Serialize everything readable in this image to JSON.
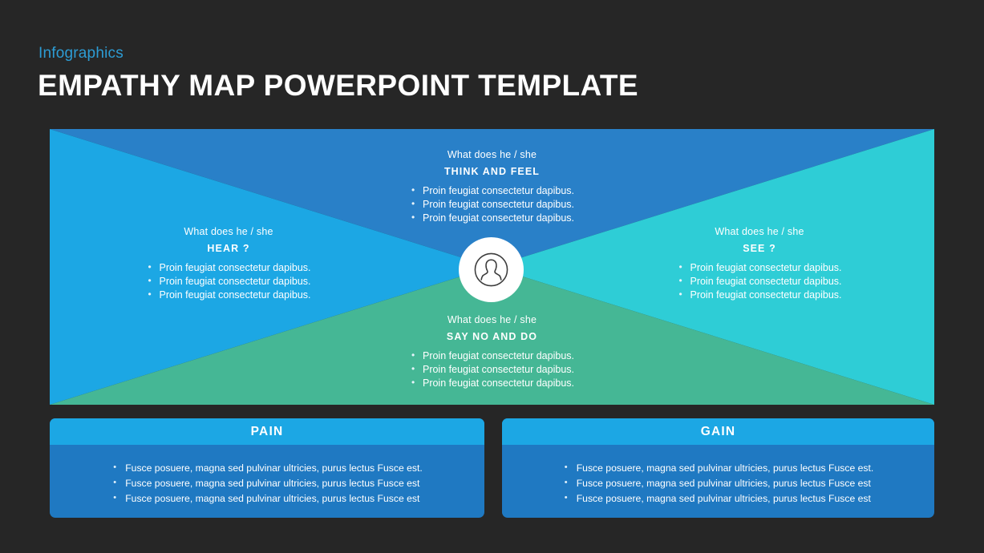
{
  "header": {
    "kicker": "Infographics",
    "title": "EMPATHY MAP POWERPOINT TEMPLATE"
  },
  "colors": {
    "background": "#262626",
    "kicker": "#2d9cd4",
    "top_triangle": "#2980c8",
    "left_triangle": "#1ca7e4",
    "right_triangle": "#2ecdd6",
    "bottom_triangle": "#45b795",
    "box_header": "#1ca7e4",
    "box_body": "#1f79c2",
    "circle": "#ffffff"
  },
  "quadrants": {
    "think": {
      "prompt": "What does he / she",
      "title": "THINK AND FEEL",
      "bullets": [
        "Proin feugiat consectetur dapibus.",
        "Proin feugiat consectetur dapibus.",
        "Proin feugiat consectetur dapibus."
      ]
    },
    "hear": {
      "prompt": "What does he / she",
      "title": "HEAR ?",
      "bullets": [
        "Proin feugiat consectetur dapibus.",
        "Proin feugiat consectetur dapibus.",
        "Proin feugiat consectetur dapibus."
      ]
    },
    "see": {
      "prompt": "What does he / she",
      "title": "SEE ?",
      "bullets": [
        "Proin feugiat consectetur dapibus.",
        "Proin feugiat consectetur dapibus.",
        "Proin feugiat consectetur dapibus."
      ]
    },
    "say": {
      "prompt": "What does he / she",
      "title": "SAY NO AND DO",
      "bullets": [
        "Proin feugiat consectetur dapibus.",
        "Proin feugiat consectetur dapibus.",
        "Proin feugiat consectetur dapibus."
      ]
    }
  },
  "center": {
    "icon": "user-avatar-icon"
  },
  "bottom": {
    "pain": {
      "title": "PAIN",
      "bullets": [
        "Fusce posuere, magna sed pulvinar ultricies, purus lectus Fusce est.",
        "Fusce posuere, magna sed pulvinar ultricies, purus lectus Fusce est",
        "Fusce posuere, magna sed pulvinar ultricies, purus lectus Fusce est"
      ]
    },
    "gain": {
      "title": "GAIN",
      "bullets": [
        "Fusce posuere, magna sed pulvinar ultricies, purus lectus Fusce est.",
        "Fusce posuere, magna sed pulvinar ultricies, purus lectus Fusce est",
        "Fusce posuere, magna sed pulvinar ultricies, purus lectus Fusce est"
      ]
    }
  }
}
